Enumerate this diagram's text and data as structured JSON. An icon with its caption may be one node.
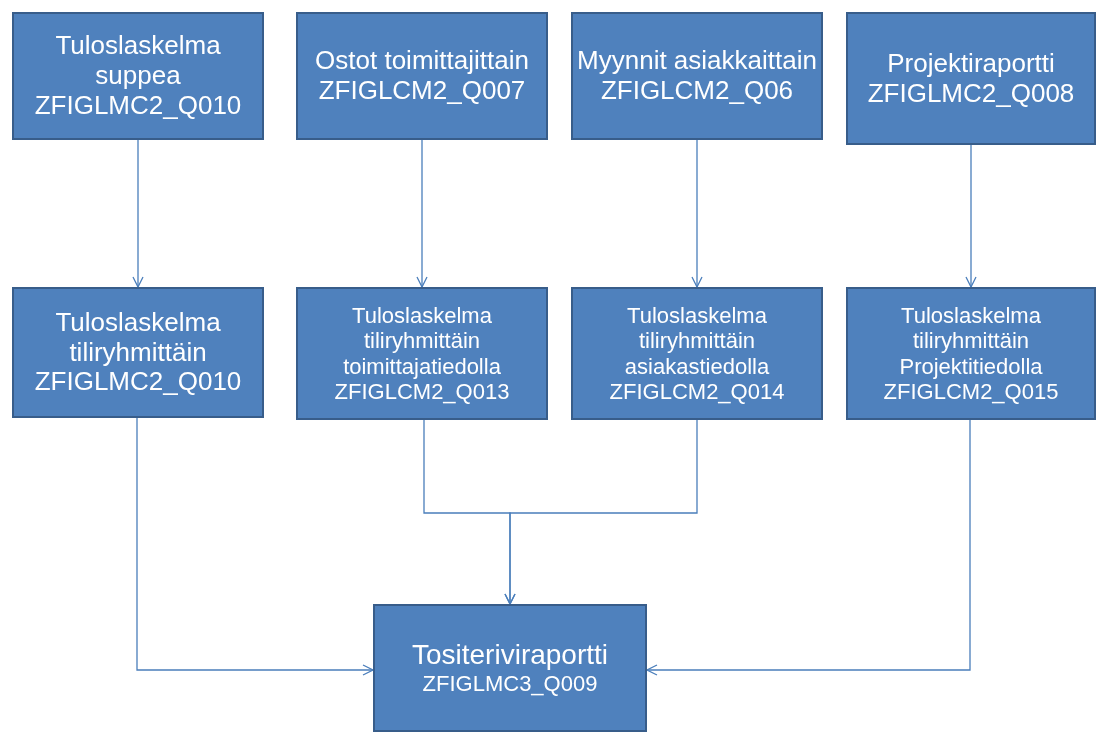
{
  "diagram": {
    "nodes": [
      {
        "text": [
          "Tuloslaskelma suppea",
          "ZFIGLMC2_Q010"
        ]
      },
      {
        "text": [
          "Ostot toimittajittain",
          "ZFIGLCM2_Q007"
        ]
      },
      {
        "text": [
          "Myynnit asiakkaittain",
          "ZFIGLCM2_Q06"
        ]
      },
      {
        "text": [
          "Projektiraportti",
          "ZFIGLMC2_Q008"
        ]
      },
      {
        "text": [
          "Tuloslaskelma tiliryhmittäin",
          "ZFIGLMC2_Q010"
        ]
      },
      {
        "text": [
          "Tuloslaskelma tiliryhmittäin toimittajatiedolla",
          "ZFIGLCM2_Q013"
        ]
      },
      {
        "text": [
          "Tuloslaskelma tiliryhmittäin asiakastiedolla",
          "ZFIGLCM2_Q014"
        ]
      },
      {
        "text": [
          "Tuloslaskelma tiliryhmittäin Projektitiedolla",
          "ZFIGLCM2_Q015"
        ]
      },
      {
        "text": [
          "Tositeriviraportti",
          "ZFIGLMC3_Q009"
        ]
      }
    ],
    "edges": [
      {
        "from": 0,
        "to": 4,
        "arrow": "to"
      },
      {
        "from": 1,
        "to": 5,
        "arrow": "to"
      },
      {
        "from": 2,
        "to": 6,
        "arrow": "to"
      },
      {
        "from": 3,
        "to": 7,
        "arrow": "to"
      },
      {
        "from": 4,
        "to": 8,
        "arrow": "to"
      },
      {
        "from": 5,
        "to": 8,
        "arrow": "to"
      },
      {
        "from": 6,
        "to": 8,
        "arrow": "to"
      },
      {
        "from": 7,
        "to": 8,
        "arrow": "to"
      }
    ]
  }
}
